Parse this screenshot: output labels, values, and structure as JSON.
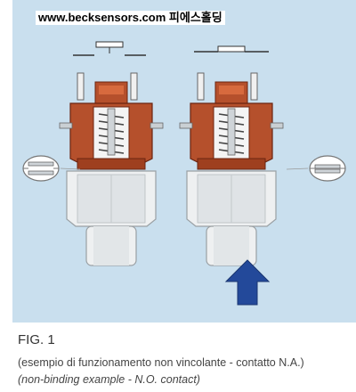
{
  "watermark": {
    "text": "www.becksensors.com 피에스홀딩"
  },
  "figure": {
    "label": "FIG. 1",
    "caption_it": "(esempio di funzionamento non vincolante - contatto N.A.)",
    "caption_en": "(non-binding example - N.O. contact)"
  },
  "colors": {
    "panel_background": "#c9dfee",
    "housing_brown": "#b5502c",
    "housing_dark": "#7a2c14",
    "metal_light": "#f2f4f4",
    "metal_mid": "#d9dde0",
    "arrow_blue": "#23499a"
  },
  "diagram": {
    "units": [
      {
        "name": "switch-left",
        "contact_state": "open",
        "pressure_applied": false
      },
      {
        "name": "switch-right",
        "contact_state": "closed",
        "pressure_applied": true
      }
    ],
    "arrow": {
      "icon": "arrow-up-icon",
      "direction": "up"
    }
  }
}
